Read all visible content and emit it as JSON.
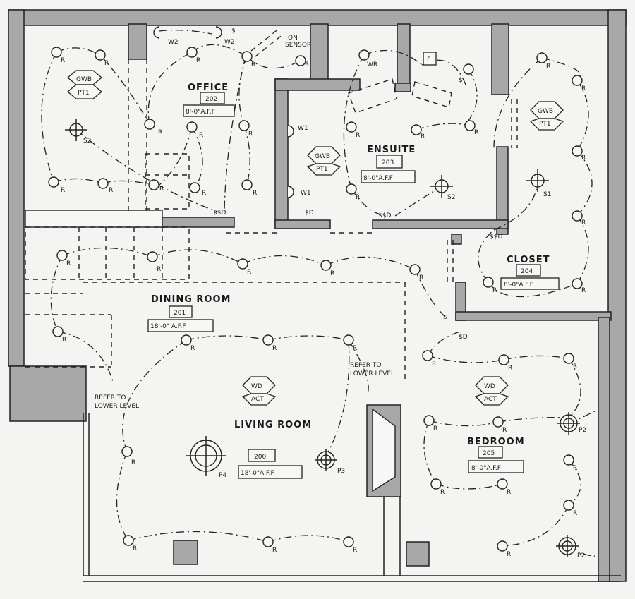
{
  "rooms": {
    "office": {
      "name": "OFFICE",
      "number": "202",
      "height": "8'-0\"A.F.F"
    },
    "ensuite": {
      "name": "ENSUITE",
      "number": "203",
      "height": "8'-0\"A.F.F"
    },
    "closet": {
      "name": "CLOSET",
      "number": "204",
      "height": "8'-0\"A.F.F"
    },
    "dining": {
      "name": "DINING ROOM",
      "number": "201",
      "height": "18'-0\" A.F.F."
    },
    "living": {
      "name": "LIVING ROOM",
      "number": "200",
      "height": "18'-0\"A.F.F."
    },
    "bedroom": {
      "name": "BEDROOM",
      "number": "205",
      "height": "8'-0\"A.F.F"
    }
  },
  "finish_tags": {
    "office": [
      "GWB",
      "PT1"
    ],
    "ensuite": [
      "GWB",
      "PT1"
    ],
    "closet": [
      "GWB",
      "PT1"
    ],
    "living": [
      "WD",
      "ACT"
    ],
    "bedroom": [
      "WD",
      "ACT"
    ]
  },
  "notes": {
    "on_sensor": [
      "ON",
      "SENSOR"
    ],
    "refer_left": [
      "REFER TO",
      "LOWER LEVEL"
    ],
    "refer_center": [
      "REFER TO",
      "LOWER LEVEL"
    ]
  },
  "fixture_labels": {
    "recessed": "R",
    "wall_w1": "W1",
    "wall_w2": "W2",
    "wall_wr": "WR",
    "s1": "S1",
    "s2": "S2",
    "p2": "P2",
    "p3": "P3",
    "p4": "P4",
    "fan": "F",
    "switch": "$",
    "switch_d": "$D",
    "switch_dd": "$$D"
  }
}
